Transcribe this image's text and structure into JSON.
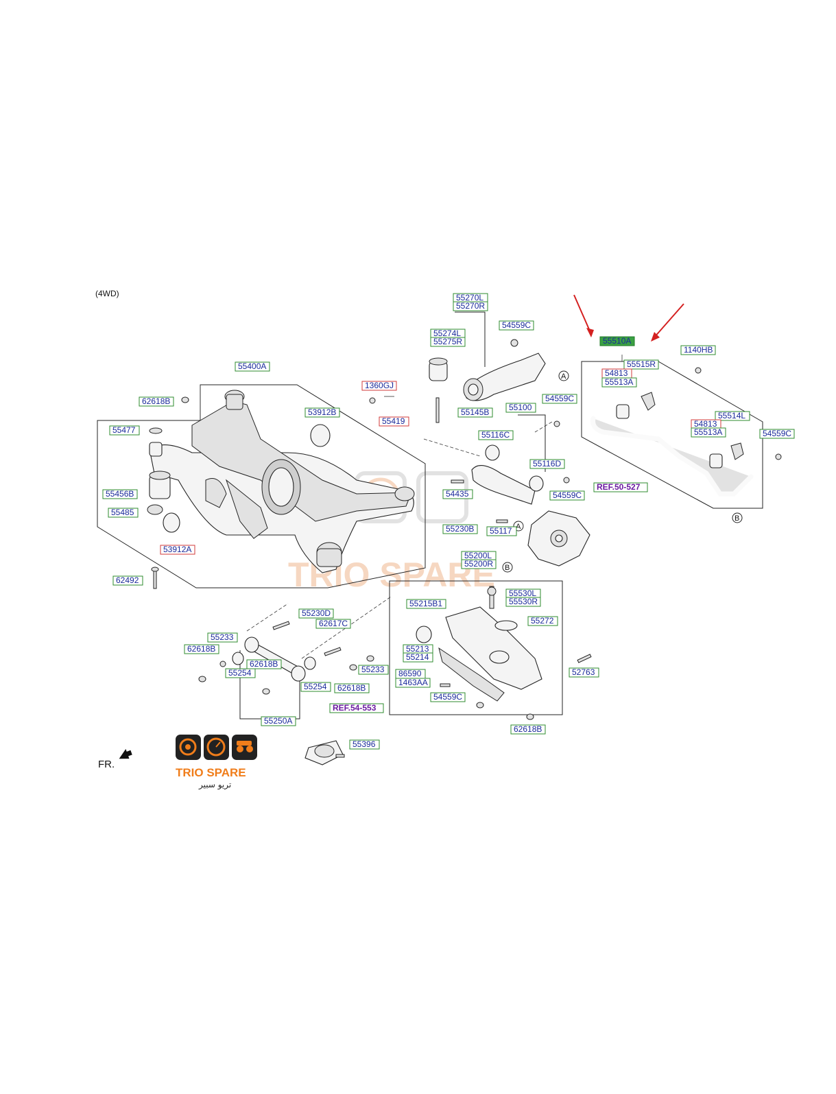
{
  "header": {
    "variant": "(4WD)"
  },
  "orientation": {
    "label": "FR."
  },
  "callouts": [
    "A",
    "A",
    "B",
    "B"
  ],
  "brand": {
    "name": "TRIO SPARE",
    "arabic": "تريو سبير",
    "colors": {
      "orange": "#f07d1a",
      "dark": "#222222"
    }
  },
  "highlight": {
    "arrow_color": "#d42020",
    "part_fill": "#3aa043"
  },
  "labels": [
    {
      "text": "55270L"
    },
    {
      "text": "55270R"
    },
    {
      "text": "54559C"
    },
    {
      "text": "55274L"
    },
    {
      "text": "55275R"
    },
    {
      "text": "55510A"
    },
    {
      "text": "1140HB"
    },
    {
      "text": "55515R"
    },
    {
      "text": "54813"
    },
    {
      "text": "55513A"
    },
    {
      "text": "55400A"
    },
    {
      "text": "1360GJ"
    },
    {
      "text": "54559C"
    },
    {
      "text": "62618B"
    },
    {
      "text": "55419"
    },
    {
      "text": "53912B"
    },
    {
      "text": "55145B"
    },
    {
      "text": "55100"
    },
    {
      "text": "55514L"
    },
    {
      "text": "54813"
    },
    {
      "text": "55477"
    },
    {
      "text": "55116C"
    },
    {
      "text": "55513A"
    },
    {
      "text": "54559C"
    },
    {
      "text": "55116D"
    },
    {
      "text": "REF.50-527"
    },
    {
      "text": "54435"
    },
    {
      "text": "54559C"
    },
    {
      "text": "55456B"
    },
    {
      "text": "55485"
    },
    {
      "text": "55117"
    },
    {
      "text": "55230B"
    },
    {
      "text": "53912A"
    },
    {
      "text": "55200L"
    },
    {
      "text": "55200R"
    },
    {
      "text": "62492"
    },
    {
      "text": "55530L"
    },
    {
      "text": "55530R"
    },
    {
      "text": "55215B1"
    },
    {
      "text": "55230D"
    },
    {
      "text": "55272"
    },
    {
      "text": "62617C"
    },
    {
      "text": "55233"
    },
    {
      "text": "55213"
    },
    {
      "text": "55214"
    },
    {
      "text": "62618B"
    },
    {
      "text": "62618B"
    },
    {
      "text": "55233"
    },
    {
      "text": "86590"
    },
    {
      "text": "52763"
    },
    {
      "text": "55254"
    },
    {
      "text": "1463AA"
    },
    {
      "text": "55254"
    },
    {
      "text": "62618B"
    },
    {
      "text": "54559C"
    },
    {
      "text": "REF.54-553"
    },
    {
      "text": "55250A"
    },
    {
      "text": "62618B"
    },
    {
      "text": "55396"
    }
  ]
}
